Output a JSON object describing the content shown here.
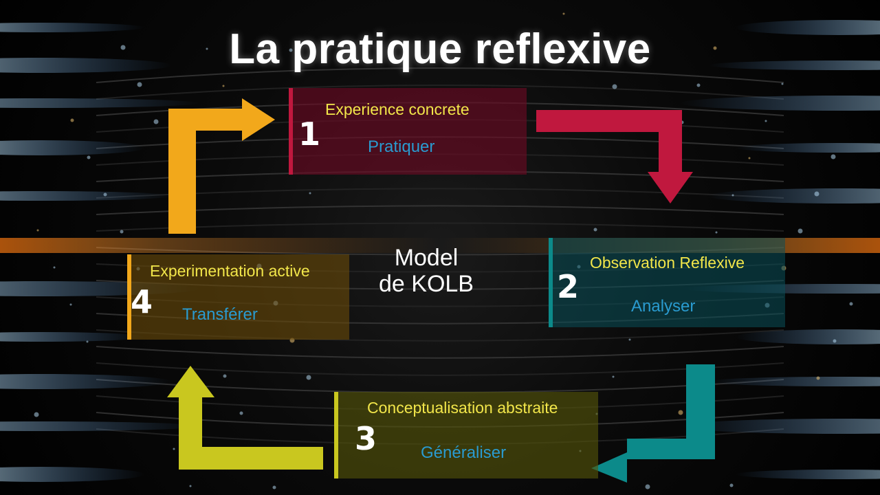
{
  "title": "La pratique reflexive",
  "center": {
    "line1": "Model",
    "line2": "de KOLB"
  },
  "steps": [
    {
      "number": "1",
      "heading": "Experience concrete",
      "verb": "Pratiquer",
      "color": "#c0183e"
    },
    {
      "number": "2",
      "heading": "Observation Reflexive",
      "verb": "Analyser",
      "color": "#0c8a8a"
    },
    {
      "number": "3",
      "heading": "Conceptualisation abstraite",
      "verb": "Généraliser",
      "color": "#c9c71f"
    },
    {
      "number": "4",
      "heading": "Experimentation active",
      "verb": "Transférer",
      "color": "#f2a81b"
    }
  ],
  "arrows": [
    {
      "from": "1",
      "to": "2",
      "color": "#c0183e"
    },
    {
      "from": "2",
      "to": "3",
      "color": "#0c8a8a"
    },
    {
      "from": "3",
      "to": "4",
      "color": "#c9c71f"
    },
    {
      "from": "4",
      "to": "1",
      "color": "#f2a81b"
    }
  ],
  "colors": {
    "heading_text": "#f2e64a",
    "verb_text": "#2a9bd0"
  }
}
